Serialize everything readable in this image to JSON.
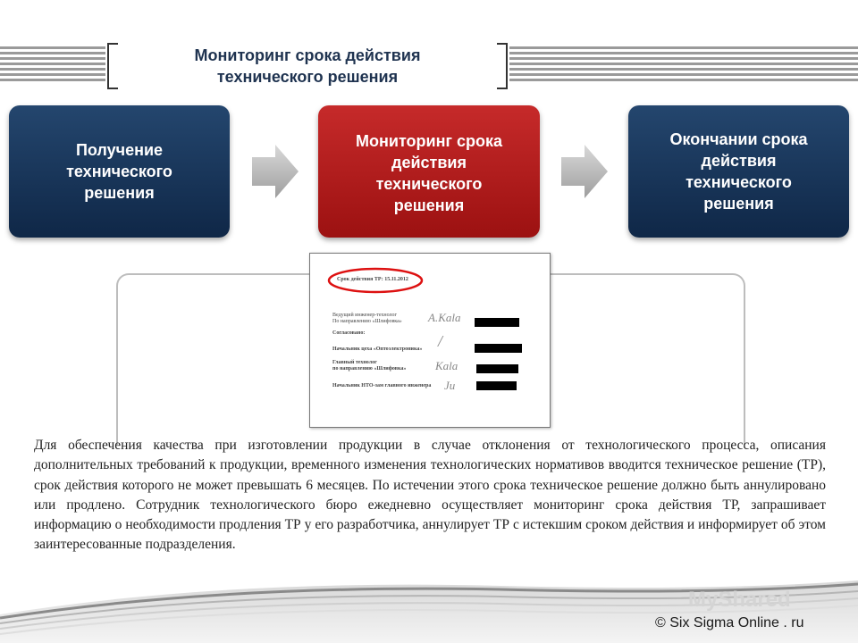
{
  "header": {
    "title_line1": "Мониторинг срока действия",
    "title_line2": "технического решения"
  },
  "steps": [
    {
      "label": "Получение технического решения"
    },
    {
      "label": "Мониторинг срока действия технического решения"
    },
    {
      "label": "Окончании срока действия технического решения"
    }
  ],
  "colors": {
    "step_blue": "#173456",
    "step_red": "#b31d1d",
    "title": "#1f3350"
  },
  "document": {
    "validity": "Срок действия ТР: 15.11.2012",
    "lines": [
      "Ведущий инженер-технолог",
      "По направлению «Шлифовка»",
      "Согласовано:",
      "Начальник цеха «Оптоэлектроника»",
      "Главный технолог",
      "по направлению «Шлифовка»",
      "Начальник НТО-зам главного инженера"
    ]
  },
  "body_text": "Для обеспечения качества при изготовлении продукции в случае отклонения от технологического процесса, описания дополнительных требований к продукции, временного изменения технологических нормативов вводится техническое решение (ТР), срок действия которого не может превышать 6 месяцев. По истечении этого срока техническое решение должно быть аннулировано или продлено. Сотрудник технологического бюро ежедневно осуществляет мониторинг срока действия ТР, запрашивает информацию о необходимости продления ТР у его разработчика, аннулирует ТР с истекшим сроком действия и информирует об этом заинтересованные подразделения.",
  "watermark": "MyShared",
  "copyright": "© Six Sigma Online . ru"
}
